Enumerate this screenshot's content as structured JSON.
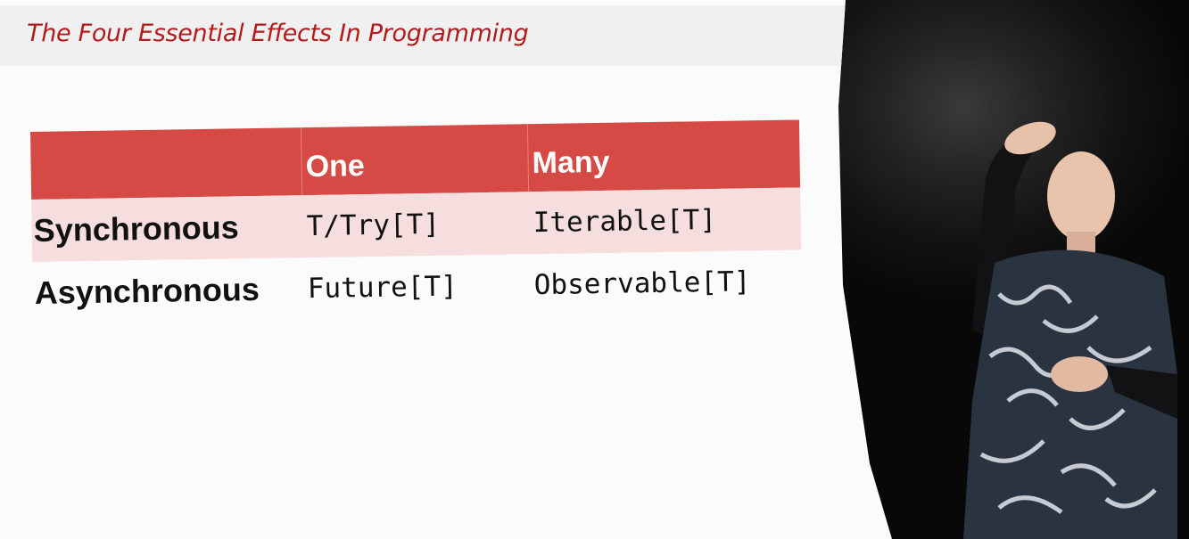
{
  "slide": {
    "title": "The Four Essential Effects In Programming",
    "table": {
      "columns": [
        "",
        "One",
        "Many"
      ],
      "rows": [
        {
          "label": "Synchronous",
          "one": "T/Try[T]",
          "many": "Iterable[T]"
        },
        {
          "label": "Asynchronous",
          "one": "Future[T]",
          "many": "Observable[T]"
        }
      ]
    }
  },
  "colors": {
    "title_red": "#b21b1b",
    "header_red": "#d64a45",
    "row_tint": "#f7dede"
  }
}
